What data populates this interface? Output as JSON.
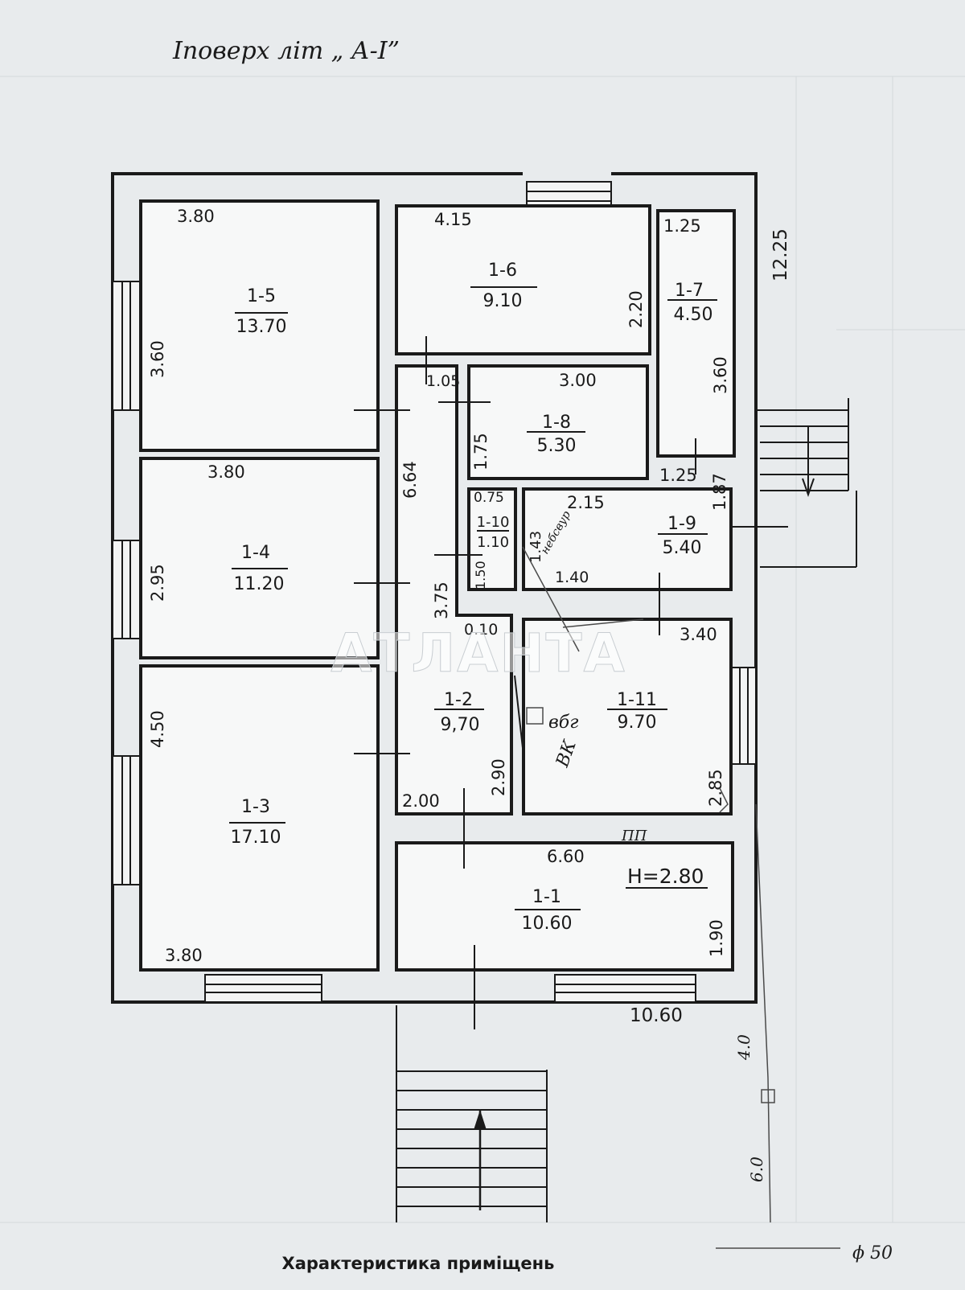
{
  "title": "Iповерх    літ „ А-I”",
  "footer_caption": "Характеристика приміщень",
  "watermark": "АТЛАНТА",
  "height_note": "Н=2.80",
  "overall": {
    "height": "12.25",
    "width": "10.60"
  },
  "rooms": [
    {
      "id": "1-1",
      "area": "10.60"
    },
    {
      "id": "1-2",
      "area": "9,70"
    },
    {
      "id": "1-3",
      "area": "17.10"
    },
    {
      "id": "1-4",
      "area": "11.20"
    },
    {
      "id": "1-5",
      "area": "13.70"
    },
    {
      "id": "1-6",
      "area": "9.10"
    },
    {
      "id": "1-7",
      "area": "4.50"
    },
    {
      "id": "1-8",
      "area": "5.30"
    },
    {
      "id": "1-9",
      "area": "5.40"
    },
    {
      "id": "1-10",
      "area": "1.10"
    },
    {
      "id": "1-11",
      "area": "9.70"
    }
  ],
  "dimensions": {
    "r5_w": "3.80",
    "r5_h": "3.60",
    "r4_w": "3.80",
    "r4_h": "2.95",
    "r3_h": "4.50",
    "r3_w": "3.80",
    "r6_w": "4.15",
    "r6_h": "2.20",
    "r7_w": "1.25",
    "r7_h": "3.60",
    "r8_w": "3.00",
    "r8_h": "1.75",
    "r9_w": "2.15",
    "r9_w2": "1.25",
    "r9_h": "1.87",
    "r10_w": "0.75",
    "r10_h": "1.43",
    "r10_h2": "1.50",
    "r11_w": "3.40",
    "r11_h": "2.85",
    "corr_a": "1.05",
    "corr_b": "6.64",
    "corr_c": "3.75",
    "corr_d": "0.10",
    "corr_e": "1.40",
    "r2_w": "2.00",
    "r2_h": "2.90",
    "r1_w": "6.60",
    "r1_h": "1.90"
  },
  "annotations": {
    "note_1": "вбг",
    "note_2": "ВК",
    "note_3": "ПП",
    "note_4": "небсвур",
    "survey_1": "4.0",
    "survey_2": "6.0",
    "survey_3": "ϕ 50"
  }
}
